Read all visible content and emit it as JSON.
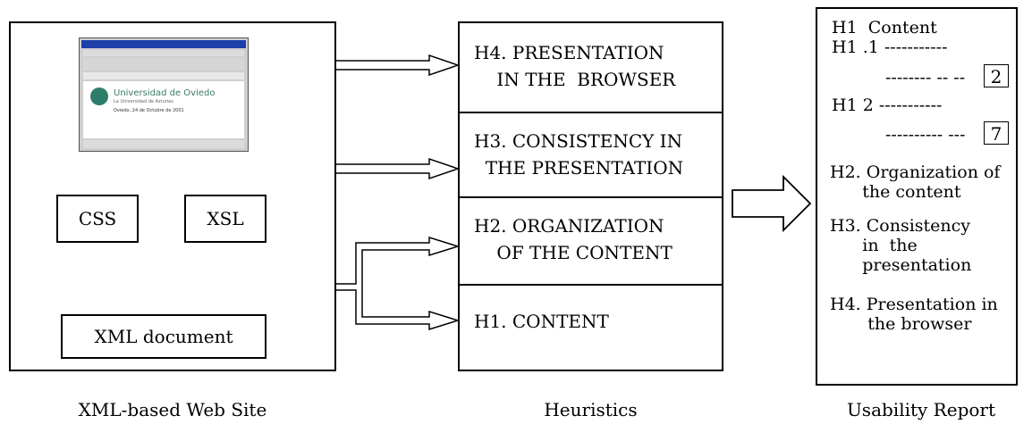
{
  "website": {
    "caption": "XML-based Web Site",
    "css_label": "CSS",
    "xsl_label": "XSL",
    "xml_label": "XML document",
    "browser_screenshot": {
      "page_heading": "Universidad de Oviedo",
      "page_subheading": "La Universidad de Asturias",
      "page_date": "Oviedo, 24 de Octubre de 2001"
    }
  },
  "heuristics": {
    "caption": "Heuristics",
    "items": [
      {
        "id": "H4",
        "text": "H4. PRESENTATION\n    IN THE  BROWSER"
      },
      {
        "id": "H3",
        "text": "H3. CONSISTENCY IN\n  THE PRESENTATION"
      },
      {
        "id": "H2",
        "text": "H2. ORGANIZATION\n    OF THE CONTENT"
      },
      {
        "id": "H1",
        "text": "H1. CONTENT"
      }
    ]
  },
  "report": {
    "caption": "Usability Report",
    "line1": "H1  Content",
    "line2": "H1 .1 -----------",
    "line3": "-------- -- --",
    "num1": "2",
    "line4": "H1 2 -----------",
    "line5": "---------- ---",
    "num2": "7",
    "h2": "H2. Organization of\n      the content",
    "h3": "H3. Consistency\n      in  the\n      presentation",
    "h4": "H4. Presentation in\n       the browser"
  }
}
